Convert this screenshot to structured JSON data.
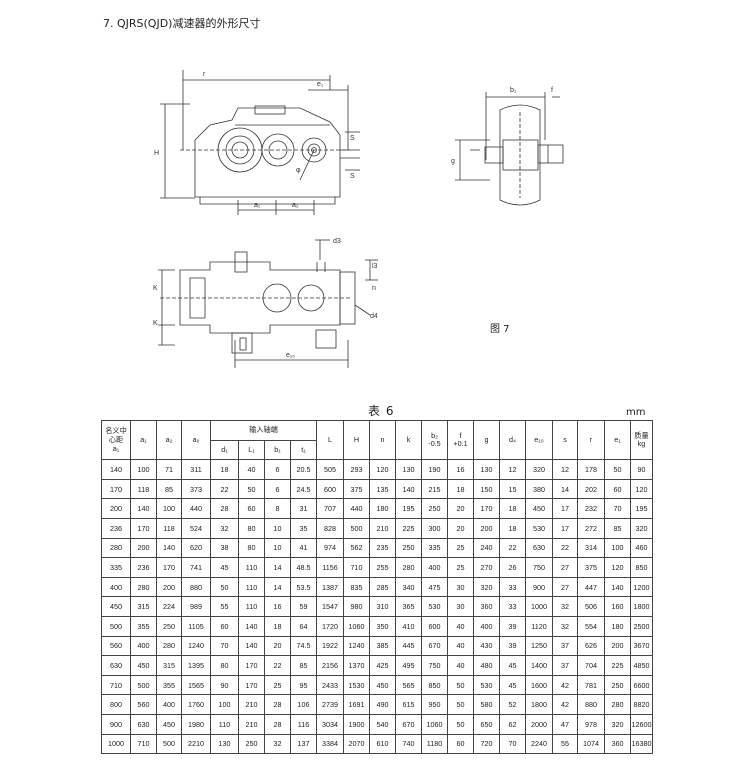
{
  "section_title": "7. QJRS(QJD)减速器的外形尺寸",
  "figure": {
    "caption": "图 7",
    "labels": {
      "r": "r",
      "e1": "e₁",
      "H": "H",
      "S": "S",
      "S2": "S",
      "a1": "a₁",
      "a2": "a₂",
      "phi": "φ",
      "b1": "b₁",
      "f": "f",
      "g": "g",
      "d3": "d3",
      "l3": "l3",
      "K1": "K",
      "K2": "K",
      "n": "n",
      "d4": "d4",
      "e10": "e₁₀"
    }
  },
  "table_title": "表 6",
  "unit": "mm",
  "table": {
    "headers": {
      "name_center": "名义中心距",
      "name_sub": "a₁",
      "a1": "a₁",
      "a2": "a₂",
      "a0": "a₀",
      "input_shaft": "输入轴端",
      "d_sub": "d₁",
      "L1": "L₁",
      "b1": "b₁",
      "t1": "t₁",
      "L": "L",
      "H": "H",
      "n": "n",
      "k": "k",
      "b2": "b₂",
      "b2_tol": "-0.5",
      "f": "f",
      "f_tol": "+0.1",
      "g": "g",
      "d4": "d₄",
      "e10": "e₁₀",
      "s": "s",
      "r": "r",
      "e1": "e₁",
      "mass": "质量",
      "mass_unit": "kg"
    },
    "rows": [
      [
        "140",
        "100",
        "71",
        "311",
        "18",
        "40",
        "6",
        "20.5",
        "505",
        "293",
        "120",
        "130",
        "190",
        "16",
        "130",
        "12",
        "320",
        "12",
        "178",
        "50",
        "90"
      ],
      [
        "170",
        "118",
        "85",
        "373",
        "22",
        "50",
        "6",
        "24.5",
        "600",
        "375",
        "135",
        "140",
        "215",
        "18",
        "150",
        "15",
        "380",
        "14",
        "202",
        "60",
        "120"
      ],
      [
        "200",
        "140",
        "100",
        "440",
        "28",
        "60",
        "8",
        "31",
        "707",
        "440",
        "180",
        "195",
        "250",
        "20",
        "170",
        "18",
        "450",
        "17",
        "232",
        "70",
        "195"
      ],
      [
        "236",
        "170",
        "118",
        "524",
        "32",
        "80",
        "10",
        "35",
        "828",
        "500",
        "210",
        "225",
        "300",
        "20",
        "200",
        "18",
        "530",
        "17",
        "272",
        "85",
        "320"
      ],
      [
        "280",
        "200",
        "140",
        "620",
        "38",
        "80",
        "10",
        "41",
        "974",
        "562",
        "235",
        "250",
        "335",
        "25",
        "240",
        "22",
        "630",
        "22",
        "314",
        "100",
        "460"
      ],
      [
        "335",
        "236",
        "170",
        "741",
        "45",
        "110",
        "14",
        "48.5",
        "1156",
        "710",
        "255",
        "280",
        "400",
        "25",
        "270",
        "26",
        "750",
        "27",
        "375",
        "120",
        "850"
      ],
      [
        "400",
        "280",
        "200",
        "880",
        "50",
        "110",
        "14",
        "53.5",
        "1387",
        "835",
        "285",
        "340",
        "475",
        "30",
        "320",
        "33",
        "900",
        "27",
        "447",
        "140",
        "1200"
      ],
      [
        "450",
        "315",
        "224",
        "989",
        "55",
        "110",
        "16",
        "59",
        "1547",
        "980",
        "310",
        "365",
        "530",
        "30",
        "360",
        "33",
        "1000",
        "32",
        "506",
        "160",
        "1800"
      ],
      [
        "500",
        "355",
        "250",
        "1105",
        "60",
        "140",
        "18",
        "64",
        "1720",
        "1060",
        "350",
        "410",
        "600",
        "40",
        "400",
        "39",
        "1120",
        "32",
        "554",
        "180",
        "2500"
      ],
      [
        "560",
        "400",
        "280",
        "1240",
        "70",
        "140",
        "20",
        "74.5",
        "1922",
        "1240",
        "385",
        "445",
        "670",
        "40",
        "430",
        "39",
        "1250",
        "37",
        "626",
        "200",
        "3670"
      ],
      [
        "630",
        "450",
        "315",
        "1395",
        "80",
        "170",
        "22",
        "85",
        "2156",
        "1370",
        "425",
        "495",
        "750",
        "40",
        "480",
        "45",
        "1400",
        "37",
        "704",
        "225",
        "4850"
      ],
      [
        "710",
        "500",
        "355",
        "1565",
        "90",
        "170",
        "25",
        "95",
        "2433",
        "1530",
        "450",
        "565",
        "850",
        "50",
        "530",
        "45",
        "1600",
        "42",
        "781",
        "250",
        "6600"
      ],
      [
        "800",
        "560",
        "400",
        "1760",
        "100",
        "210",
        "28",
        "106",
        "2739",
        "1691",
        "490",
        "615",
        "950",
        "50",
        "580",
        "52",
        "1800",
        "42",
        "880",
        "280",
        "8820"
      ],
      [
        "900",
        "630",
        "450",
        "1980",
        "110",
        "210",
        "28",
        "116",
        "3034",
        "1900",
        "540",
        "670",
        "1060",
        "50",
        "650",
        "62",
        "2000",
        "47",
        "978",
        "320",
        "12600"
      ],
      [
        "1000",
        "710",
        "500",
        "2210",
        "130",
        "250",
        "32",
        "137",
        "3384",
        "2070",
        "610",
        "740",
        "1180",
        "60",
        "720",
        "70",
        "2240",
        "55",
        "1074",
        "360",
        "16380"
      ]
    ]
  }
}
